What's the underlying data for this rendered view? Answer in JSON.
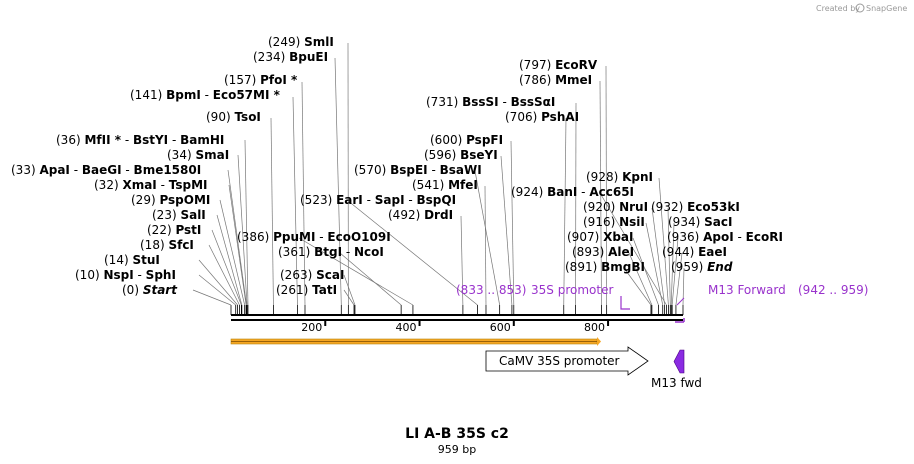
{
  "credit": {
    "prefix": "Created by",
    "brand": "SnapGene"
  },
  "plasmid": {
    "name": "LI A-B 35S c2",
    "length_label": "959 bp",
    "length": 959
  },
  "axis": {
    "ticks": [
      200,
      400,
      600,
      800
    ]
  },
  "enzymes": [
    {
      "pos": "(0)",
      "names": [
        "Start"
      ],
      "site": 0,
      "style": "emph"
    },
    {
      "pos": "(10)",
      "names": [
        "NspI",
        "SphI"
      ],
      "site": 10
    },
    {
      "pos": "(14)",
      "names": [
        "StuI"
      ],
      "site": 14
    },
    {
      "pos": "(18)",
      "names": [
        "SfcI"
      ],
      "site": 18
    },
    {
      "pos": "(22)",
      "names": [
        "PstI"
      ],
      "site": 22
    },
    {
      "pos": "(23)",
      "names": [
        "SalI"
      ],
      "site": 23
    },
    {
      "pos": "(29)",
      "names": [
        "PspOMI"
      ],
      "site": 29
    },
    {
      "pos": "(32)",
      "names": [
        "XmaI",
        "TspMI"
      ],
      "site": 32
    },
    {
      "pos": "(33)",
      "names": [
        "ApaI",
        "BaeGI",
        "Bme1580I"
      ],
      "site": 33
    },
    {
      "pos": "(34)",
      "names": [
        "SmaI"
      ],
      "site": 34
    },
    {
      "pos": "(36)",
      "names": [
        "MfII *",
        "BstYI",
        "BamHI"
      ],
      "site": 36
    },
    {
      "pos": "(90)",
      "names": [
        "TsoI"
      ],
      "site": 90
    },
    {
      "pos": "(141)",
      "names": [
        "BpmI",
        "Eco57MI *"
      ],
      "site": 141
    },
    {
      "pos": "(157)",
      "names": [
        "PfoI *"
      ],
      "site": 157
    },
    {
      "pos": "(234)",
      "names": [
        "BpuEI"
      ],
      "site": 234
    },
    {
      "pos": "(249)",
      "names": [
        "SmlI"
      ],
      "site": 249
    },
    {
      "pos": "(386)",
      "names": [
        "PpuMI",
        "EcoO109I"
      ],
      "site": 386
    },
    {
      "pos": "(361)",
      "names": [
        "BtgI",
        "NcoI"
      ],
      "site": 361
    },
    {
      "pos": "(263)",
      "names": [
        "ScaI"
      ],
      "site": 263
    },
    {
      "pos": "(261)",
      "names": [
        "TatI"
      ],
      "site": 261
    },
    {
      "pos": "(523)",
      "names": [
        "EarI",
        "SapI",
        "BspQI"
      ],
      "site": 523
    },
    {
      "pos": "(492)",
      "names": [
        "DrdI"
      ],
      "site": 492
    },
    {
      "pos": "(541)",
      "names": [
        "MfeI"
      ],
      "site": 541
    },
    {
      "pos": "(570)",
      "names": [
        "BspEI",
        "BsaWI"
      ],
      "site": 570
    },
    {
      "pos": "(596)",
      "names": [
        "BseYI"
      ],
      "site": 596
    },
    {
      "pos": "(600)",
      "names": [
        "PspFI"
      ],
      "site": 600
    },
    {
      "pos": "(706)",
      "names": [
        "PshAI"
      ],
      "site": 706
    },
    {
      "pos": "(731)",
      "names": [
        "BssSI",
        "BssSαI"
      ],
      "site": 731
    },
    {
      "pos": "(786)",
      "names": [
        "MmeI"
      ],
      "site": 786
    },
    {
      "pos": "(797)",
      "names": [
        "EcoRV"
      ],
      "site": 797
    },
    {
      "pos": "(924)",
      "names": [
        "BanI",
        "Acc65I"
      ],
      "site": 924
    },
    {
      "pos": "(928)",
      "names": [
        "KpnI"
      ],
      "site": 928
    },
    {
      "pos": "(920)",
      "names": [
        "NruI"
      ],
      "site": 920
    },
    {
      "pos": "(916)",
      "names": [
        "NsiI"
      ],
      "site": 916
    },
    {
      "pos": "(907)",
      "names": [
        "XbaI"
      ],
      "site": 907
    },
    {
      "pos": "(893)",
      "names": [
        "AleI"
      ],
      "site": 893
    },
    {
      "pos": "(891)",
      "names": [
        "BmgBI"
      ],
      "site": 891
    },
    {
      "pos": "(932)",
      "names": [
        "Eco53kI"
      ],
      "site": 932
    },
    {
      "pos": "(934)",
      "names": [
        "SacI"
      ],
      "site": 934
    },
    {
      "pos": "(936)",
      "names": [
        "ApoI",
        "EcoRI"
      ],
      "site": 936
    },
    {
      "pos": "(944)",
      "names": [
        "EaeI"
      ],
      "site": 944
    },
    {
      "pos": "(959)",
      "names": [
        "End"
      ],
      "site": 959,
      "style": "emph"
    }
  ],
  "primers": [
    {
      "name": "35S promoter",
      "range": "(833 .. 853)",
      "start": 833,
      "end": 853
    },
    {
      "name": "M13 Forward",
      "range": "(942 .. 959)",
      "start": 942,
      "end": 959
    }
  ],
  "features": [
    {
      "name": "CaMV 35S promoter",
      "type": "promoter",
      "color": "#ffffff"
    },
    {
      "name": "M13 fwd",
      "type": "primer_bind",
      "color": "#8a2be2"
    }
  ],
  "colors": {
    "orf": "#f5a623",
    "primer": "#9933cc",
    "backbone": "#000000"
  }
}
